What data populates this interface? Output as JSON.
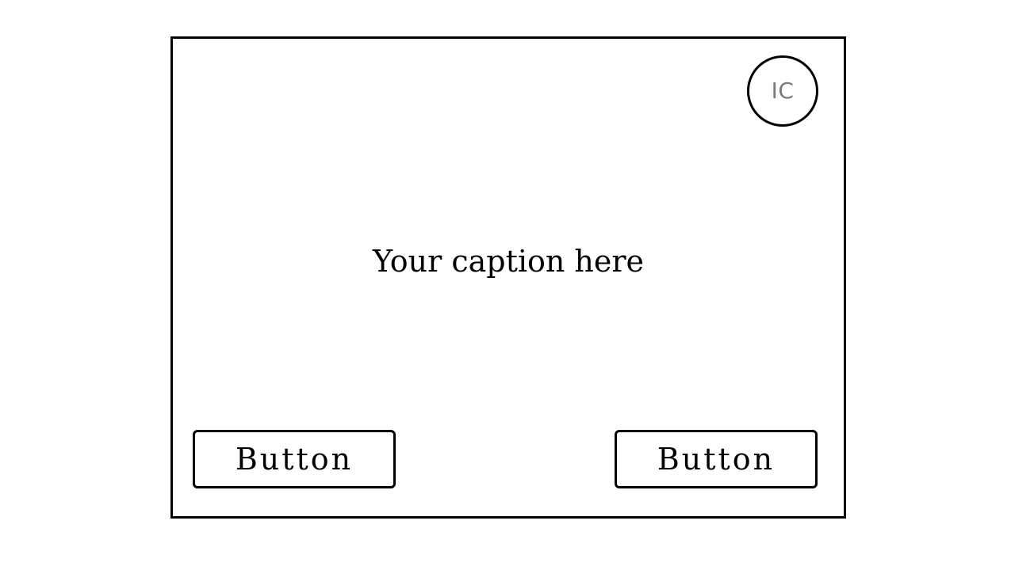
{
  "icon_badge": {
    "text": "IC",
    "icon": "ic-icon"
  },
  "caption": "Your caption here",
  "buttons": {
    "left_label": "Button",
    "right_label": "Button"
  },
  "colors": {
    "border": "#000000",
    "background": "#ffffff",
    "badge_text": "#7a7a7a"
  }
}
